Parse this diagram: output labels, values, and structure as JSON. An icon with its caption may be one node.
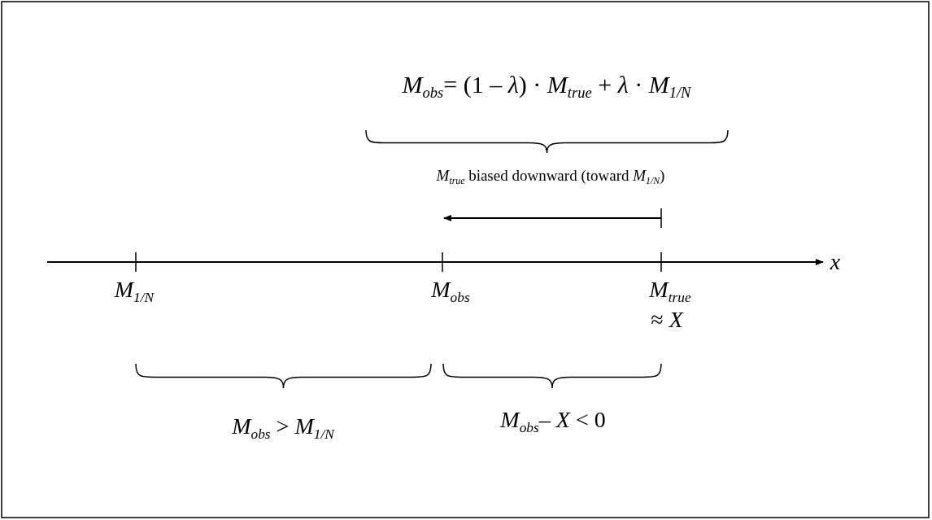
{
  "diagram": {
    "labels": [
      "*M*$_{obs}$= (1 – *λ*) · *M*$_{true}$ + *λ* · *M*$_{1/N}$",
      "*M*$_{true}$ biased downward (toward *M*$_{1/N}$)",
      "x",
      "M$_{1/N}$",
      "M$_{obs}$",
      "M$_{true}$",
      "≈ *X*",
      "*M*$_{obs}$ > *M*$_{1/N}$",
      "*M*$_{obs}$– *X* < 0"
    ]
  }
}
